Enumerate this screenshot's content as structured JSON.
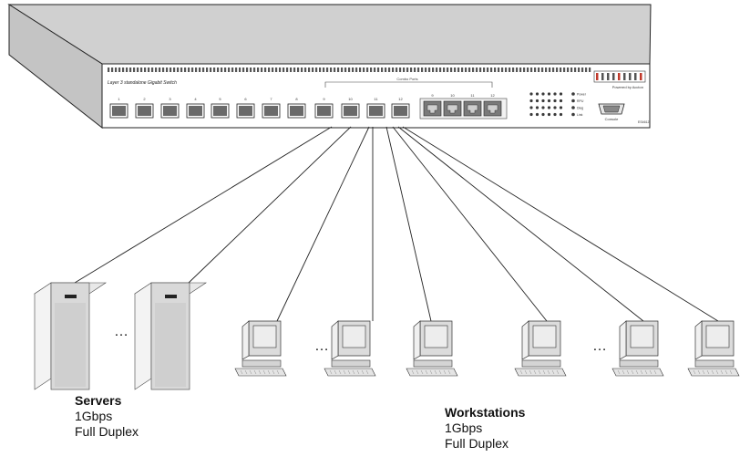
{
  "switch": {
    "model_label": "Layer 3 standalone Gigabit Switch",
    "combo_label": "Combo Ports",
    "brand_label": "Powered by Accton",
    "console_label": "Console",
    "model_code": "ES4612",
    "sfp_port_numbers": [
      "1",
      "2",
      "3",
      "4",
      "5",
      "6",
      "7",
      "8",
      "9",
      "10",
      "11",
      "12"
    ],
    "rj45_port_numbers": [
      "9",
      "10",
      "11",
      "12"
    ],
    "led_labels": [
      "Power",
      "RPU",
      "Diag",
      "Link"
    ]
  },
  "ellipsis": "…",
  "servers": {
    "title": "Servers",
    "speed": "1Gbps",
    "duplex": "Full Duplex"
  },
  "workstations": {
    "title": "Workstations",
    "speed": "1Gbps",
    "duplex": "Full Duplex"
  }
}
